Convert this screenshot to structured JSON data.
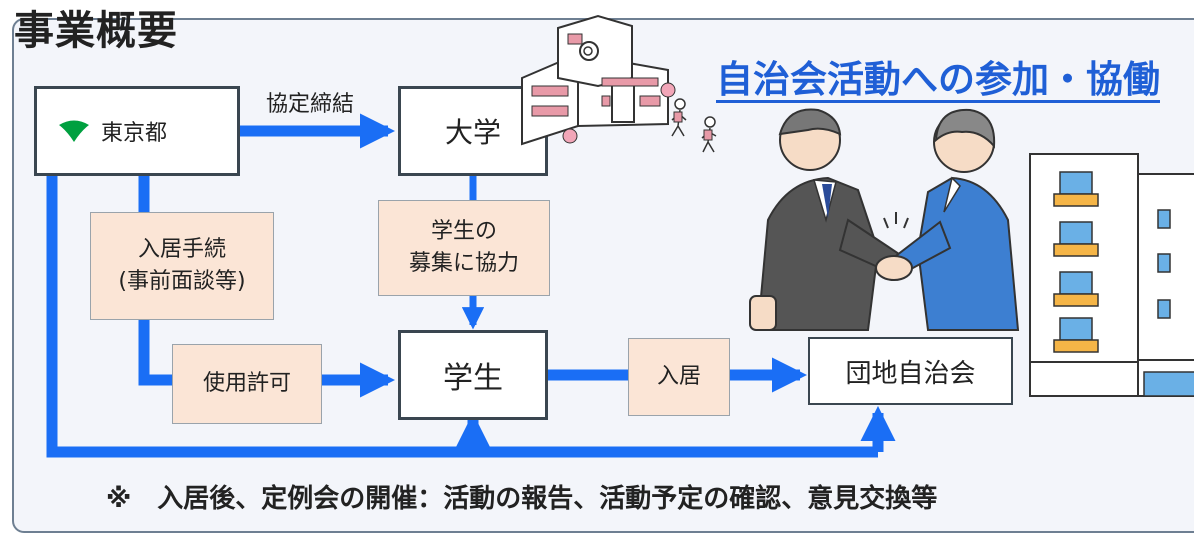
{
  "page_title": "事業概要",
  "banner": "自治会活動への参加・協働",
  "nodes": {
    "tokyo": "東京都",
    "university": "大学",
    "student": "学生",
    "association": "団地自治会"
  },
  "labels": {
    "agreement": "協定締結",
    "move_in_procedure": "入居手続\n(事前面談等)",
    "recruitment": "学生の\n募集に協力",
    "use_permission": "使用許可",
    "move_in": "入居"
  },
  "footnote": "※　入居後、定例会の開催：活動の報告、活動予定の確認、意見交換等",
  "colors": {
    "arrow": "#1a6ef5",
    "banner": "#1f5fd6",
    "peach": "#fbe5d6",
    "logo": "#00a040"
  }
}
